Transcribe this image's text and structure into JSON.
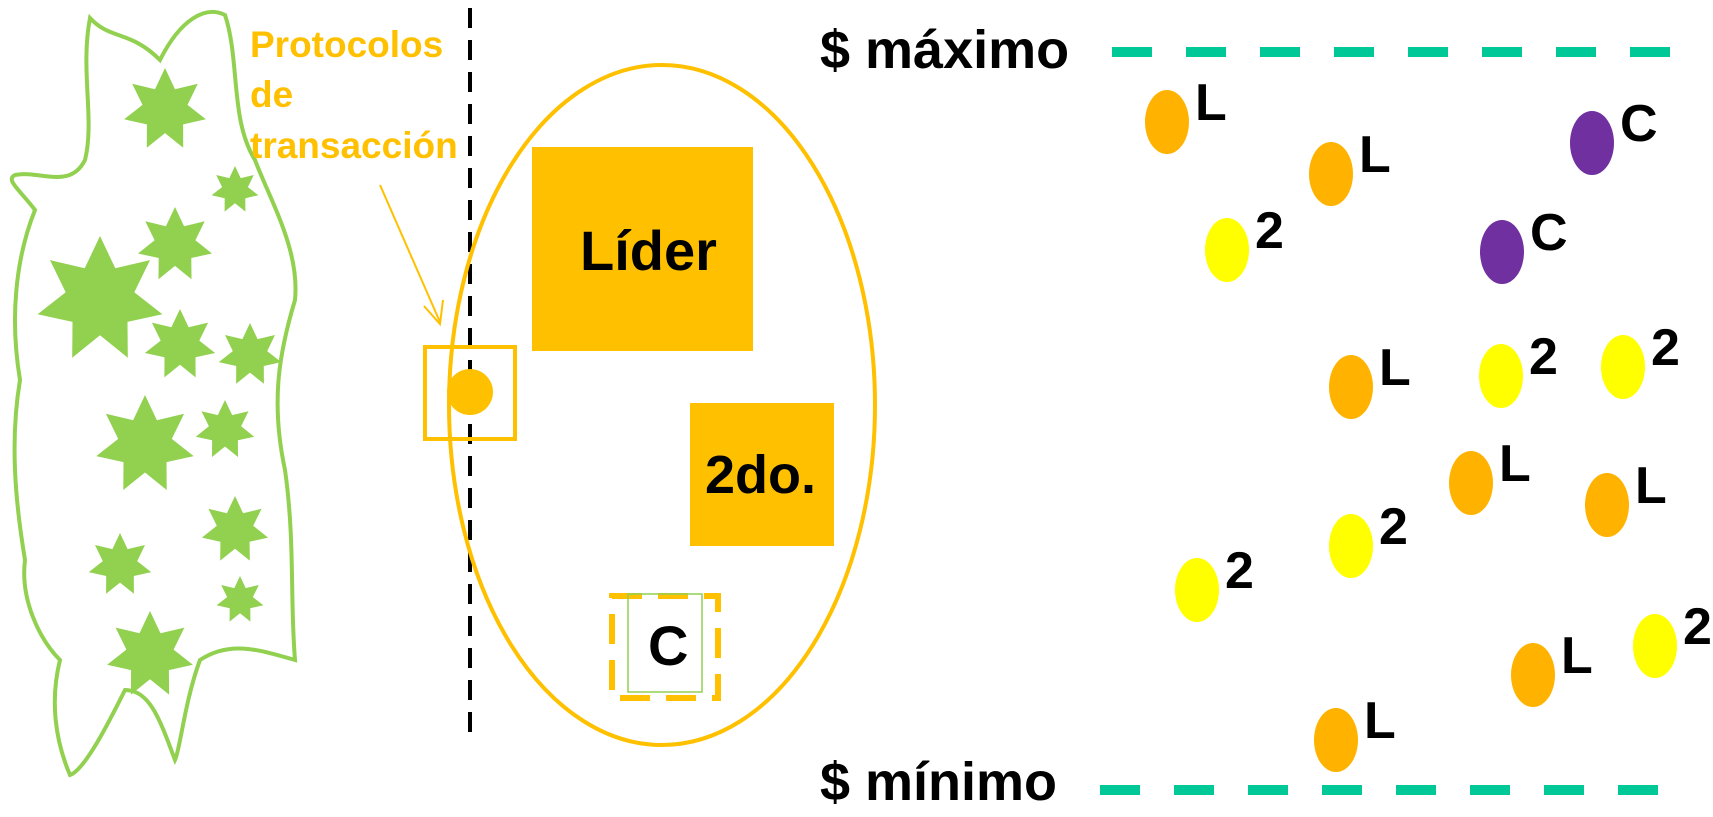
{
  "colors": {
    "accent_orange": "#FFC000",
    "leader_dot": "#FFB300",
    "second_dot": "#FFFF00",
    "client_dot": "#7030A0",
    "star_green": "#92D050",
    "limit_line": "#00C896"
  },
  "protocol_label": {
    "line1": "Protocolos",
    "line2": "de",
    "line3": "transacción"
  },
  "boxes": {
    "leader": "Líder",
    "second": "2do.",
    "client": "C"
  },
  "price_limits": {
    "max": "$ máximo",
    "min": "$ mínimo"
  },
  "marks": [
    {
      "kind": "leader",
      "label": "L"
    },
    {
      "kind": "leader",
      "label": "L"
    },
    {
      "kind": "client",
      "label": "C"
    },
    {
      "kind": "second",
      "label": "2"
    },
    {
      "kind": "client",
      "label": "C"
    },
    {
      "kind": "leader",
      "label": "L"
    },
    {
      "kind": "second",
      "label": "2"
    },
    {
      "kind": "second",
      "label": "2"
    },
    {
      "kind": "leader",
      "label": "L"
    },
    {
      "kind": "leader",
      "label": "L"
    },
    {
      "kind": "second",
      "label": "2"
    },
    {
      "kind": "second",
      "label": "2"
    },
    {
      "kind": "leader",
      "label": "L"
    },
    {
      "kind": "second",
      "label": "2"
    },
    {
      "kind": "leader",
      "label": "L"
    }
  ]
}
